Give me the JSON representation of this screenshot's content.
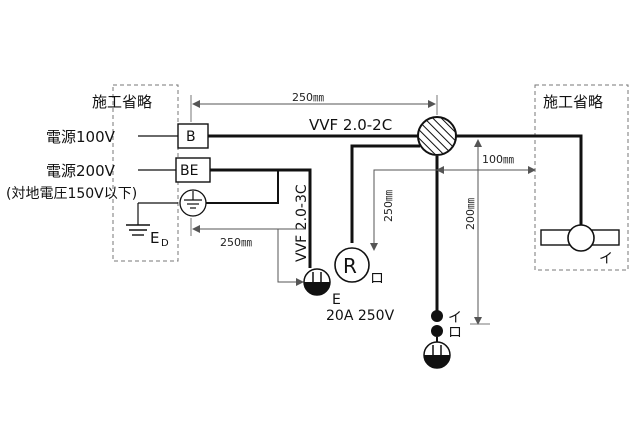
{
  "left_region": {
    "label": "施工省略"
  },
  "right_region": {
    "label": "施工省略"
  },
  "power_100": {
    "label": "電源100V",
    "box": "B"
  },
  "power_200": {
    "label": "電源200V",
    "box": "BE",
    "note": "(対地電圧150V以下)"
  },
  "ground": {
    "label": "E",
    "sub": "D"
  },
  "cables": {
    "main": "VVF 2.0-2C",
    "branch": "VVF 2.0-3C"
  },
  "dimensions": {
    "top": "250㎜",
    "left_low": "250㎜",
    "right": "100㎜",
    "vertical_mid": "250㎜",
    "vertical_long": "200㎜"
  },
  "outlet": {
    "e_label": "E",
    "rating": "20A 250V"
  },
  "fixture_r": {
    "symbol": "R",
    "switch": "ロ"
  },
  "light_right": {
    "switch": "イ"
  },
  "switch_stack": {
    "upper": "イ",
    "lower": "ロ"
  }
}
